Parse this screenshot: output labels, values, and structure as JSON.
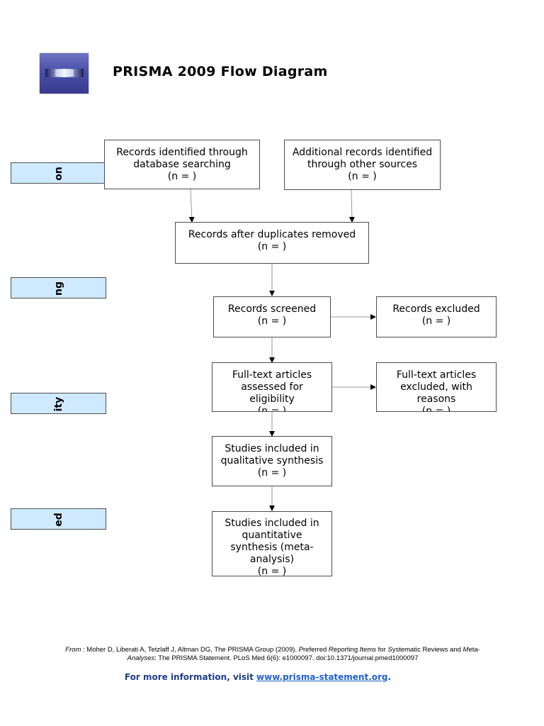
{
  "header": {
    "title": "PRISMA 2009 Flow Diagram"
  },
  "stages": {
    "identification": "on",
    "screening": "ng",
    "eligibility": "ity",
    "included": "ed"
  },
  "boxes": {
    "database_records": "Records identified through\ndatabase searching\n(n =   )",
    "other_records": "Additional records identified\nthrough other sources\n(n =   )",
    "duplicates_removed": "Records after duplicates removed\n(n =   )",
    "records_screened": "Records screened\n(n =   )",
    "records_excluded": "Records excluded\n(n =   )",
    "fulltext_assessed": "Full-text articles\nassessed for\neligibility\n(n =   )",
    "fulltext_excluded": "Full-text articles\nexcluded, with\nreasons\n(n =   )",
    "qualitative": "Studies included in\nqualitative synthesis\n(n =   )",
    "quantitative": "Studies included in\nquantitative\nsynthesis (meta-\nanalysis)\n(n =   )"
  },
  "footer": {
    "from_label": "From : ",
    "citation_authors": " Moher D, Liberati A, Tetzlaff J, Altman DG, The PRISMA Group (2009). ",
    "citation_title_1": "P",
    "citation_title_1b": "referred ",
    "citation_title_2": "R",
    "citation_title_2b": "eporting ",
    "citation_title_3": "I",
    "citation_title_3b": "tems for ",
    "citation_title_4": "S",
    "citation_title_4b": "ystematic Reviews and ",
    "citation_title_5": "M",
    "citation_title_5b": "eta-",
    "citation_title_6": "A",
    "citation_title_6b": "nalyses",
    "citation_rest": ": The PRISMA Statement. PLoS Med 6(6): e1000097. doi:10.1371/journal.pmed1000097",
    "more_info_text": "For more information, visit ",
    "more_info_link": "www.prisma-statement.org",
    "more_info_end": "."
  }
}
